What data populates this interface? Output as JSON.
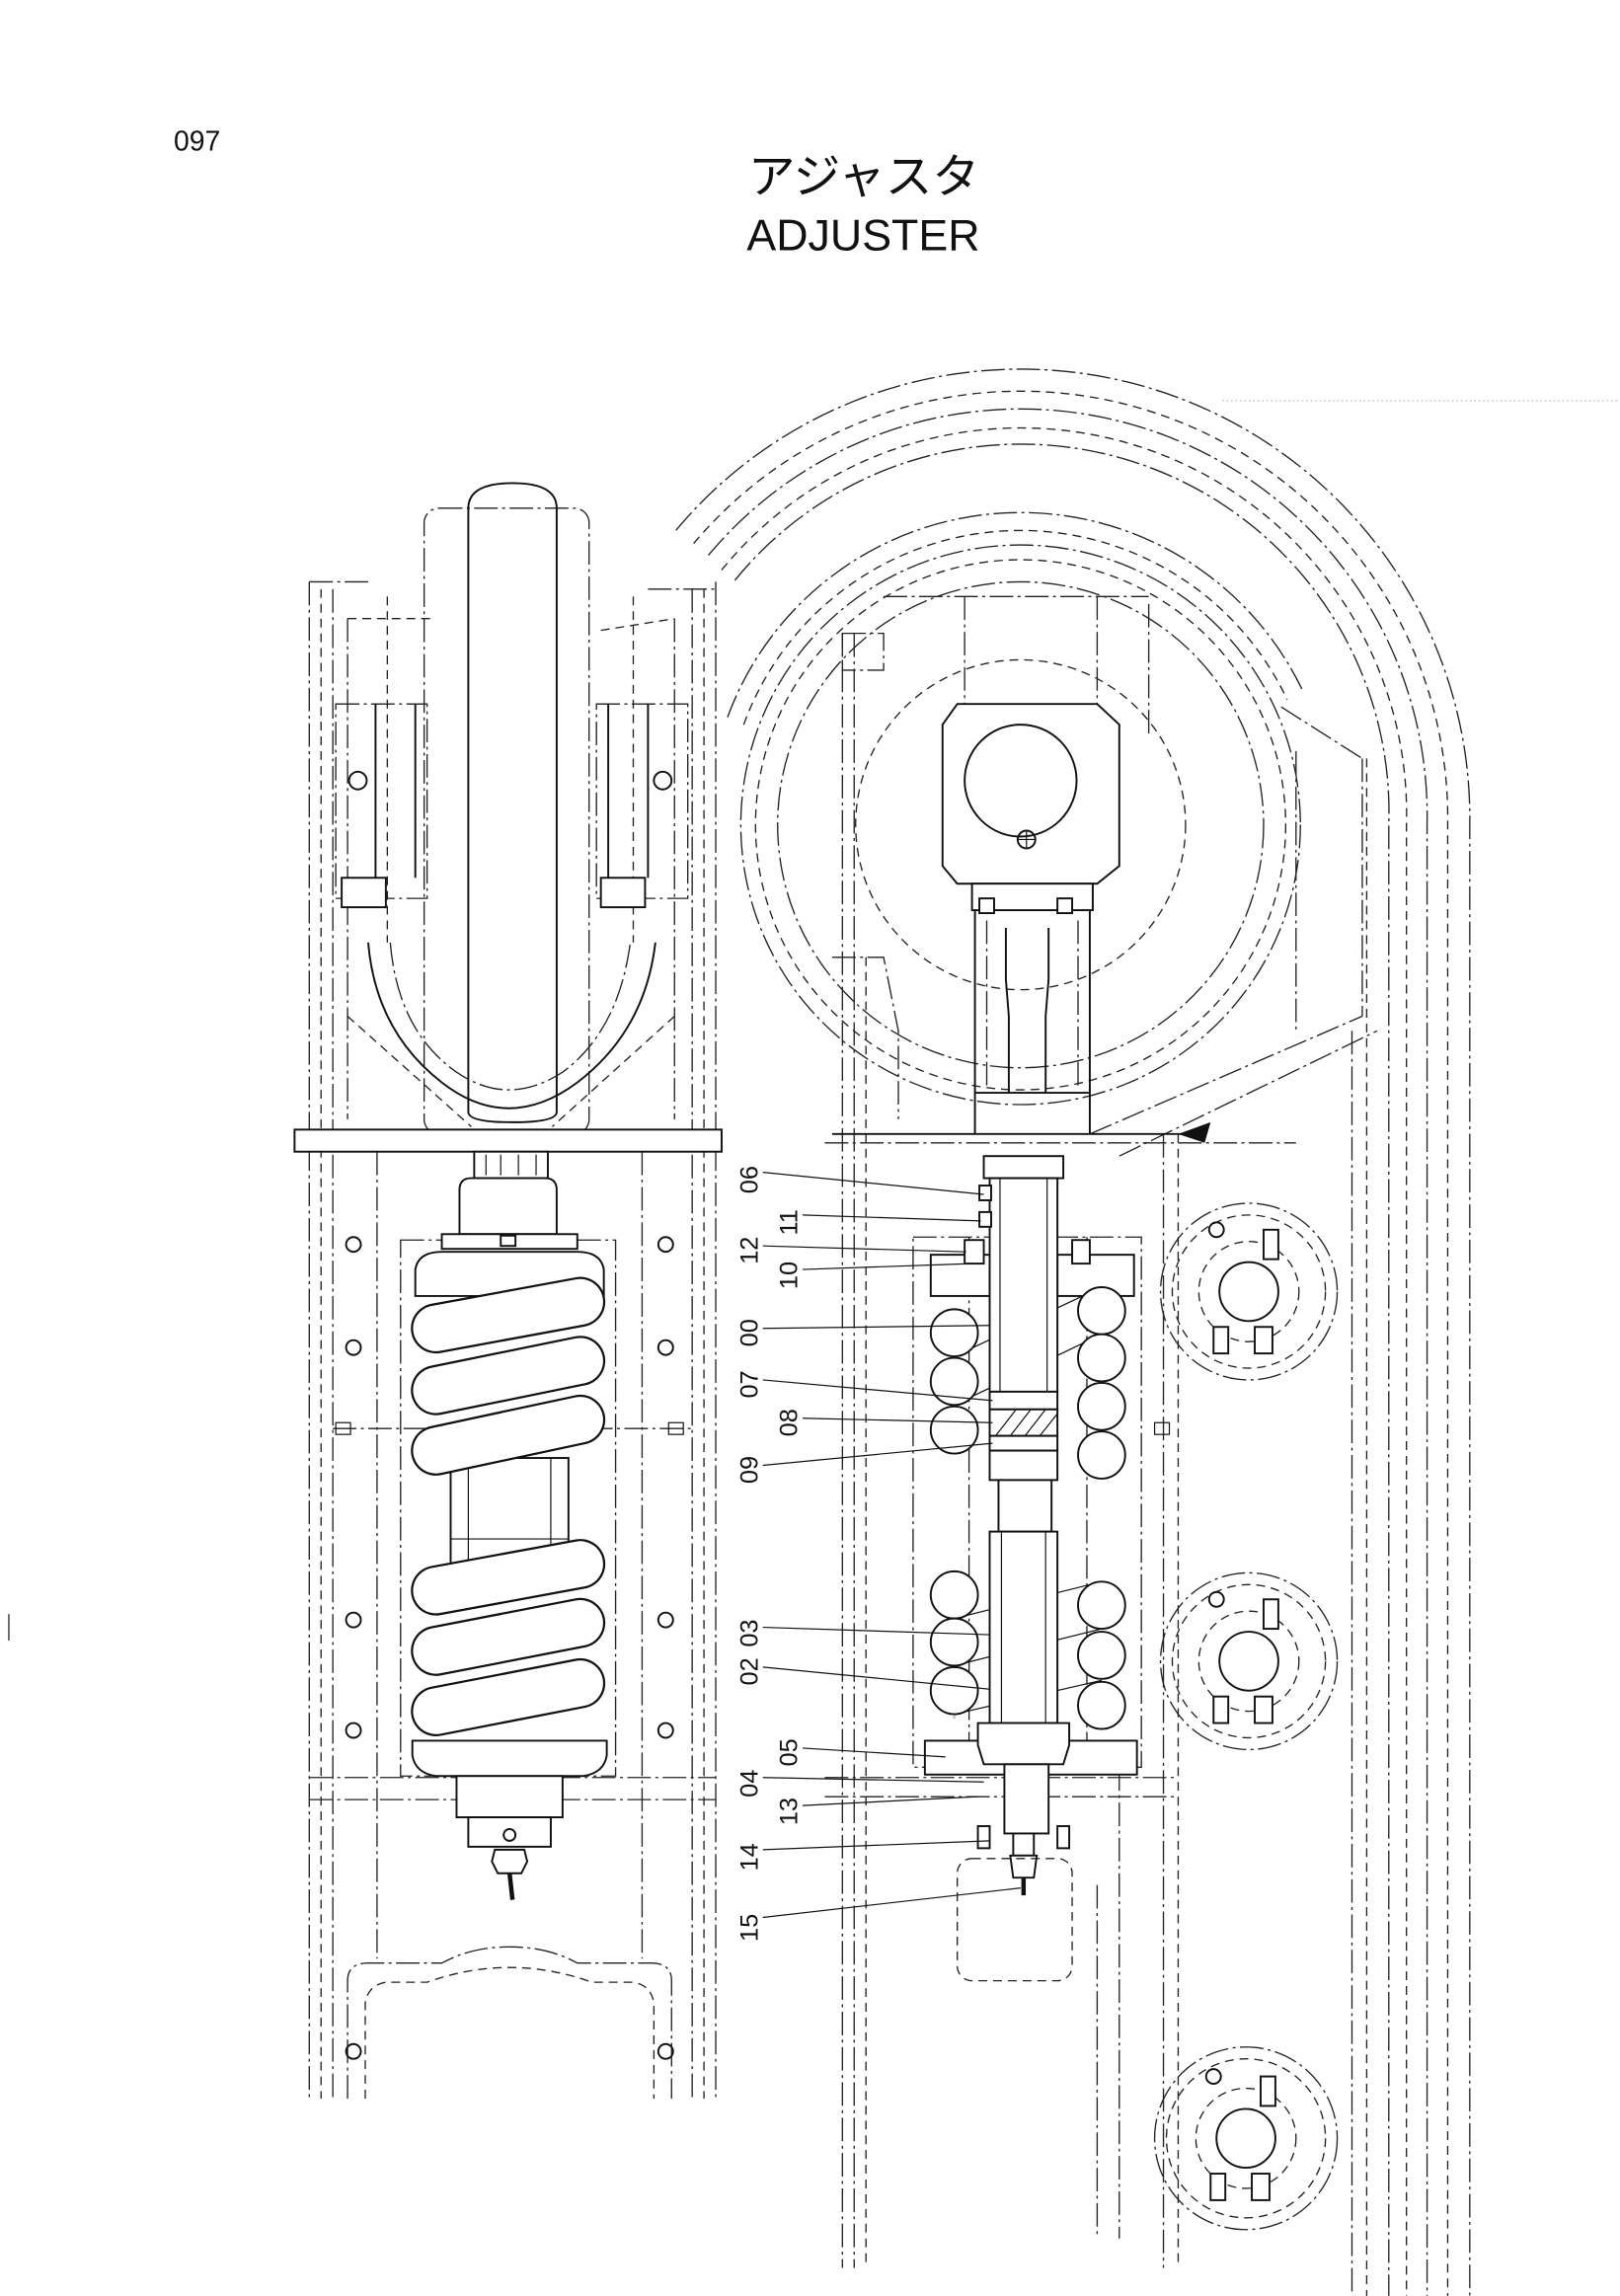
{
  "page_number": "097",
  "title": {
    "jp": "アジャスタ",
    "en": "ADJUSTER"
  },
  "part_labels": [
    "06",
    "11",
    "12",
    "10",
    "00",
    "07",
    "08",
    "09",
    "03",
    "02",
    "05",
    "04",
    "13",
    "14",
    "15"
  ]
}
